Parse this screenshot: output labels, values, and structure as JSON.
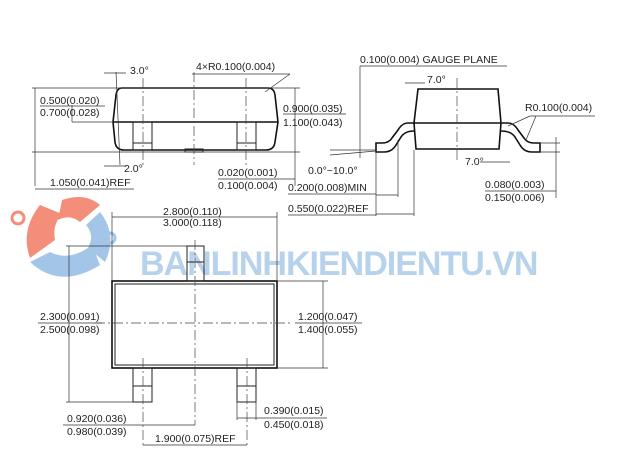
{
  "side_view": {
    "angle_top": "3.0°",
    "radius_note": "4×R0.100(0.004)",
    "standoff_min": "0.500(0.020)",
    "standoff_max": "0.700(0.028)",
    "height_min": "0.900(0.035)",
    "height_max": "1.100(0.043)",
    "angle_bottom": "2.0°",
    "offset_min": "0.020(0.001)",
    "offset_max": "0.100(0.004)",
    "ref_length": "1.050(0.041)REF"
  },
  "end_view": {
    "gauge_plane": "0.100(0.004) GAUGE PLANE",
    "angle_top": "7.0°",
    "radius": "R0.100(0.004)",
    "angle_bottom": "7.0°",
    "lead_angle": "0.0°~10.0°",
    "foot_min": "0.200(0.008)MIN",
    "foot_ref": "0.550(0.022)REF",
    "thickness_min": "0.080(0.003)",
    "thickness_max": "0.150(0.006)"
  },
  "top_view": {
    "length_min": "2.800(0.110)",
    "length_max": "3.000(0.118)",
    "overall_width_min": "2.300(0.091)",
    "overall_width_max": "2.500(0.098)",
    "body_width_min": "1.200(0.047)",
    "body_width_max": "1.400(0.055)",
    "pitch_min": "0.920(0.036)",
    "pitch_max": "0.980(0.039)",
    "pitch_ref": "1.900(0.075)REF",
    "lead_width_min": "0.390(0.015)",
    "lead_width_max": "0.450(0.018)"
  },
  "watermark": {
    "text": "BANLINHKIENDIENTU.VN",
    "colors": {
      "logo_orange": "#f0735a",
      "logo_blue": "#8db8e3"
    }
  }
}
